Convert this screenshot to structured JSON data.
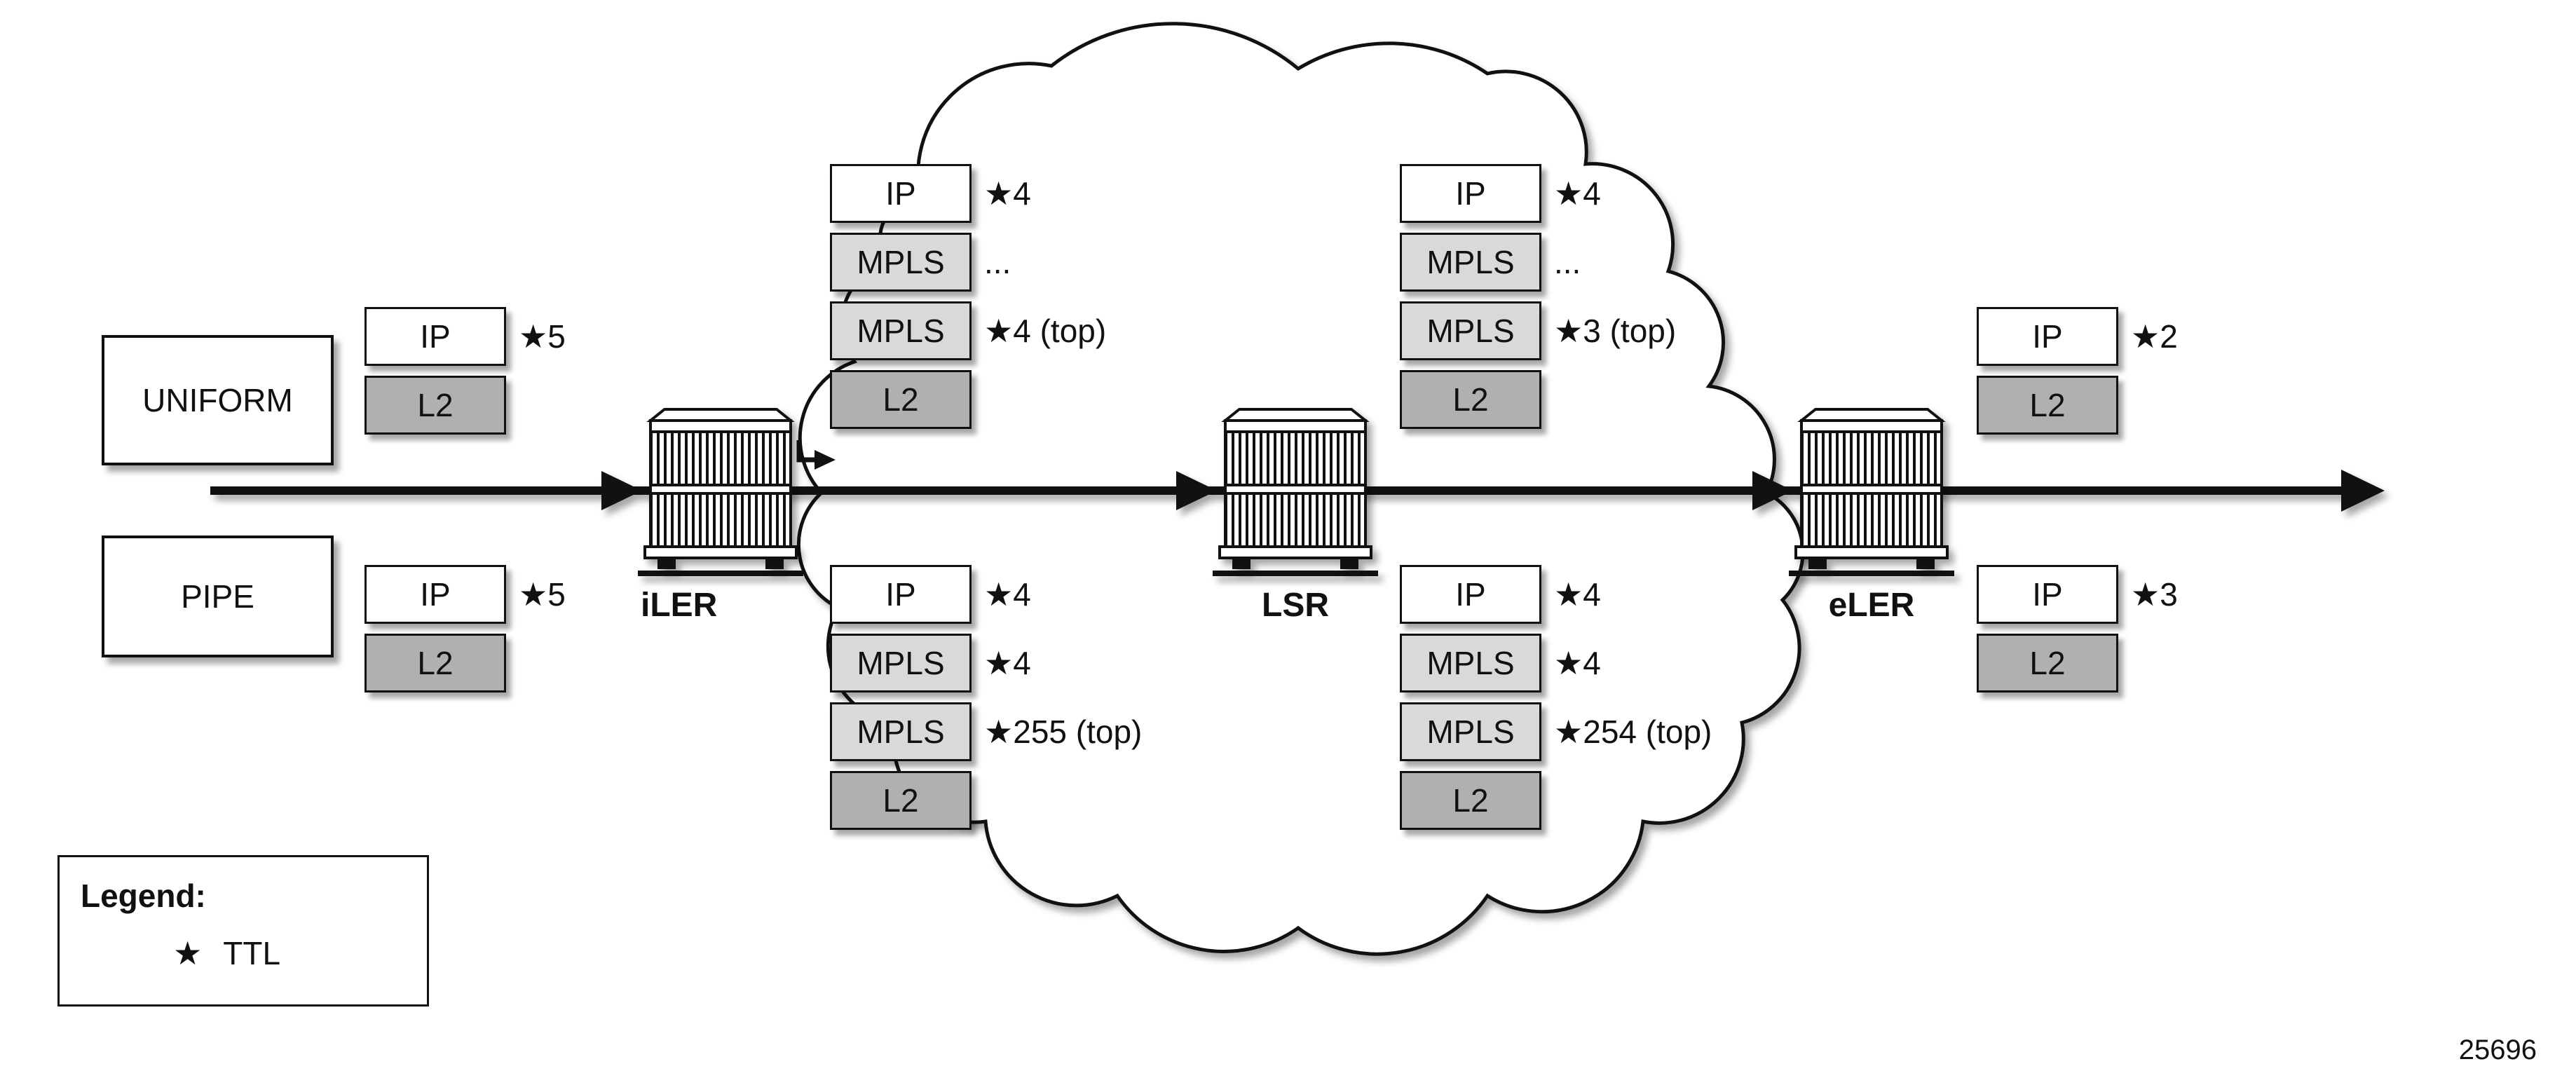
{
  "figure": {
    "number": "25696"
  },
  "legend": {
    "title": "Legend:",
    "symbol": "★",
    "label": "TTL"
  },
  "modes": {
    "uniform": "UNIFORM",
    "pipe": "PIPE"
  },
  "routers": [
    {
      "label": "iLER"
    },
    {
      "label": "LSR"
    },
    {
      "label": "eLER"
    }
  ],
  "colors": {
    "ip-fill": "#ffffff",
    "mpls-fill": "#d9d9d9",
    "l2-fill": "#b0b0b0",
    "line": "#111111"
  },
  "stacks": [
    {
      "name": "uniform-ingress",
      "cells": [
        {
          "label": "IP",
          "annotation": "★5"
        },
        {
          "label": "L2",
          "annotation": ""
        }
      ]
    },
    {
      "name": "uniform-after-iler",
      "cells": [
        {
          "label": "IP",
          "annotation": "★4"
        },
        {
          "label": "MPLS",
          "annotation": "..."
        },
        {
          "label": "MPLS",
          "annotation": "★4 (top)"
        },
        {
          "label": "L2",
          "annotation": ""
        }
      ]
    },
    {
      "name": "uniform-after-lsr",
      "cells": [
        {
          "label": "IP",
          "annotation": "★4"
        },
        {
          "label": "MPLS",
          "annotation": "..."
        },
        {
          "label": "MPLS",
          "annotation": "★3 (top)"
        },
        {
          "label": "L2",
          "annotation": ""
        }
      ]
    },
    {
      "name": "uniform-egress",
      "cells": [
        {
          "label": "IP",
          "annotation": "★2"
        },
        {
          "label": "L2",
          "annotation": ""
        }
      ]
    },
    {
      "name": "pipe-ingress",
      "cells": [
        {
          "label": "IP",
          "annotation": "★5"
        },
        {
          "label": "L2",
          "annotation": ""
        }
      ]
    },
    {
      "name": "pipe-after-iler",
      "cells": [
        {
          "label": "IP",
          "annotation": "★4"
        },
        {
          "label": "MPLS",
          "annotation": "★4"
        },
        {
          "label": "MPLS",
          "annotation": "★255 (top)"
        },
        {
          "label": "L2",
          "annotation": ""
        }
      ]
    },
    {
      "name": "pipe-after-lsr",
      "cells": [
        {
          "label": "IP",
          "annotation": "★4"
        },
        {
          "label": "MPLS",
          "annotation": "★4"
        },
        {
          "label": "MPLS",
          "annotation": "★254 (top)"
        },
        {
          "label": "L2",
          "annotation": ""
        }
      ]
    },
    {
      "name": "pipe-egress",
      "cells": [
        {
          "label": "IP",
          "annotation": "★3"
        },
        {
          "label": "L2",
          "annotation": ""
        }
      ]
    }
  ]
}
